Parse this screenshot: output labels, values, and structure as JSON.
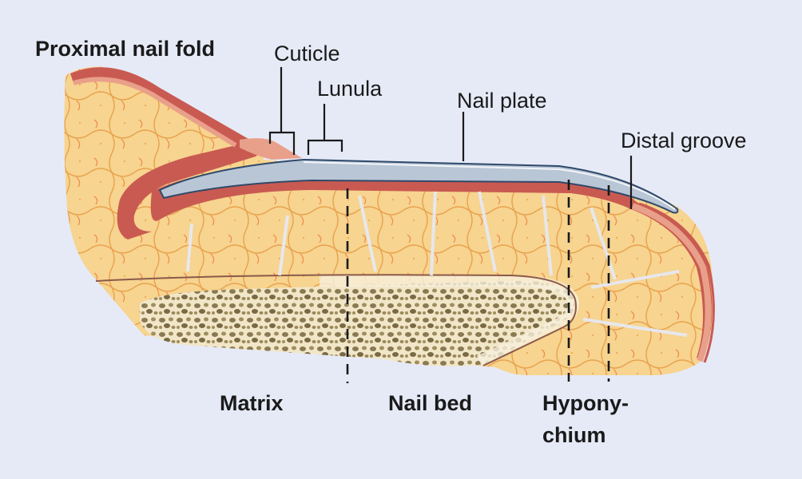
{
  "labels": {
    "proximal_nail_fold": "Proximal nail fold",
    "cuticle": "Cuticle",
    "lunula": "Lunula",
    "nail_plate": "Nail plate",
    "distal_groove": "Distal groove",
    "matrix": "Matrix",
    "nail_bed": "Nail bed",
    "hyponychium_line1": "Hypony-",
    "hyponychium_line2": "chium"
  },
  "colors": {
    "background": "#e6eaf7",
    "fat_tissue": "#f7d48f",
    "fat_lines": "#e8a24e",
    "dermis": "#c95a52",
    "epidermis": "#e9a08a",
    "nail_plate": "#b9c6d6",
    "bone": "#f1e6c8",
    "bone_dots": "#8a7a52",
    "line": "#1a1a1a"
  }
}
